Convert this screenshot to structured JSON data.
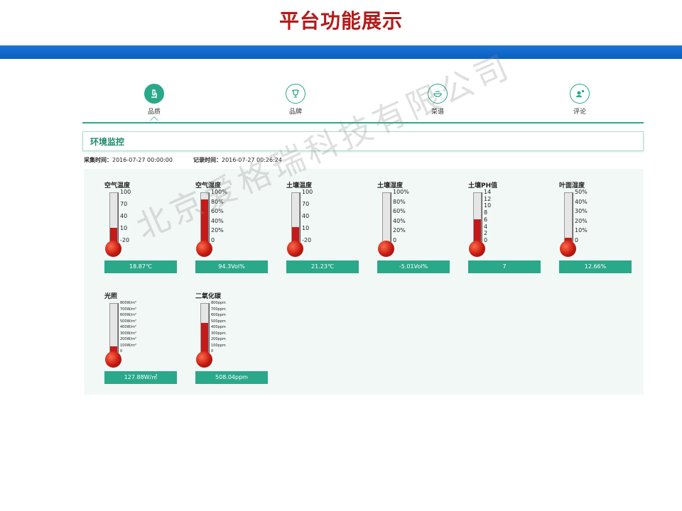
{
  "slide_title": "平台功能展示",
  "tabs": [
    {
      "label": "品质",
      "icon": "microscope-icon",
      "active": true
    },
    {
      "label": "品牌",
      "icon": "trophy-icon",
      "active": false
    },
    {
      "label": "菜谱",
      "icon": "bowl-icon",
      "active": false
    },
    {
      "label": "评论",
      "icon": "user-comment-icon",
      "active": false
    }
  ],
  "section_title": "环境监控",
  "collect_time": {
    "label": "采集时间：",
    "value": "2016-07-27 00:00:00"
  },
  "record_time": {
    "label": "记录时间：",
    "value": "2016-07-27 00:26:24"
  },
  "gauges": [
    {
      "title": "空气温度",
      "ticks": [
        "100",
        "70",
        "40",
        "10",
        "-20"
      ],
      "fill": 0.32,
      "value": "18.87℃"
    },
    {
      "title": "空气湿度",
      "ticks": [
        "100%",
        "80%",
        "60%",
        "40%",
        "20%",
        "0"
      ],
      "fill": 0.88,
      "value": "94.3Vol%"
    },
    {
      "title": "土壤温度",
      "ticks": [
        "100",
        "70",
        "40",
        "10",
        "-20"
      ],
      "fill": 0.34,
      "value": "21.23℃"
    },
    {
      "title": "土壤湿度",
      "ticks": [
        "100%",
        "80%",
        "60%",
        "40%",
        "20%",
        "0"
      ],
      "fill": 0.0,
      "value": "-5.01Vol%"
    },
    {
      "title": "土壤PH值",
      "ticks": [
        "14",
        "12",
        "10",
        "8",
        "6",
        "4",
        "2",
        "0"
      ],
      "fill": 0.49,
      "value": "7"
    },
    {
      "title": "叶面湿度",
      "ticks": [
        "50%",
        "40%",
        "30%",
        "20%",
        "10%",
        "0"
      ],
      "fill": 0.13,
      "value": "12.66%"
    },
    {
      "title": "光照",
      "ticks": [
        "800W/m²",
        "700W/m²",
        "600W/m²",
        "500W/m²",
        "400W/m²",
        "300W/m²",
        "200W/m²",
        "100W/m²",
        "0"
      ],
      "fill": 0.16,
      "value": "127.88W/㎡"
    },
    {
      "title": "二氧化碳",
      "ticks": [
        "800ppm",
        "700ppm",
        "600ppm",
        "500ppm",
        "400ppm",
        "300ppm",
        "200ppm",
        "100ppm",
        "0"
      ],
      "fill": 0.63,
      "value": "508.04ppm"
    }
  ],
  "watermark": "北京爱格瑞科技有限公司",
  "colors": {
    "accent": "#2aa88a",
    "title_red": "#b31b1b",
    "banner_blue": "#0a5fc0",
    "mercury": "#c51a1a"
  }
}
